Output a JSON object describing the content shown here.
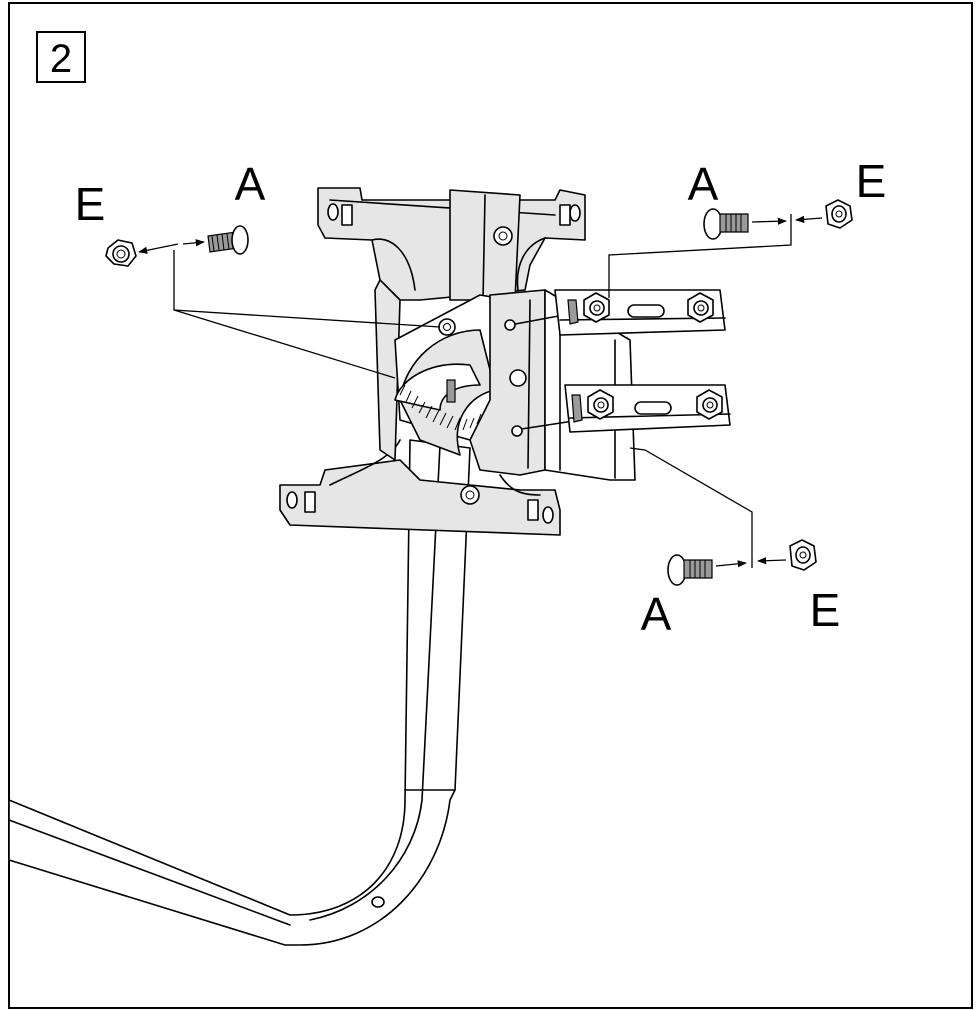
{
  "step_number": "2",
  "parts": {
    "bolt_label": "A",
    "nut_label": "E"
  }
}
